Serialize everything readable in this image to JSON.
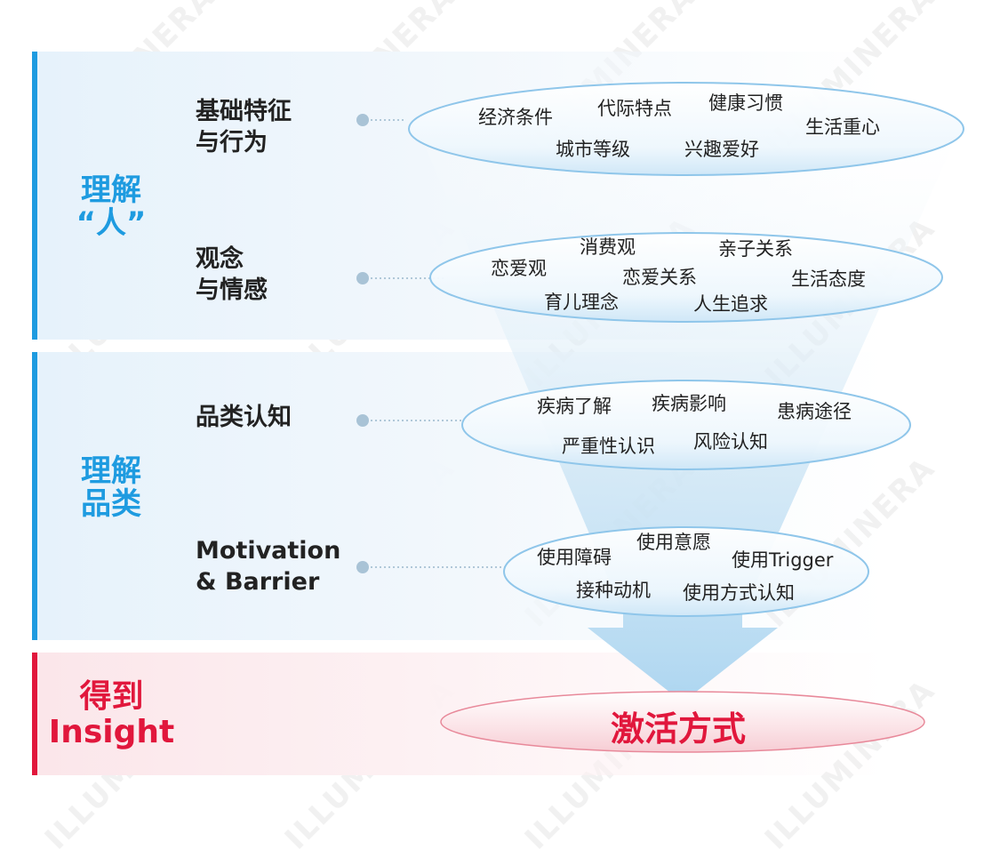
{
  "colors": {
    "blue": "#1e9be0",
    "red": "#e1173c",
    "text": "#222222"
  },
  "sections": [
    {
      "lines": [
        "理解",
        "“人”"
      ]
    },
    {
      "lines": [
        "理解",
        "品类"
      ]
    },
    {
      "lines": [
        "得到",
        "Insight"
      ]
    }
  ],
  "rows": [
    {
      "label": [
        "基础特征",
        "与行为"
      ],
      "keywords": [
        "经济条件",
        "代际特点",
        "健康习惯",
        "生活重心",
        "城市等级",
        "兴趣爱好"
      ]
    },
    {
      "label": [
        "观念",
        "与情感"
      ],
      "keywords": [
        "恋爱观",
        "消费观",
        "亲子关系",
        "恋爱关系",
        "生活态度",
        "育儿理念",
        "人生追求"
      ]
    },
    {
      "label": [
        "品类认知"
      ],
      "keywords": [
        "疾病了解",
        "疾病影响",
        "患病途径",
        "严重性认识",
        "风险认知"
      ]
    },
    {
      "label": [
        "Motivation",
        "& Barrier"
      ],
      "keywords": [
        "使用意愿",
        "使用障碍",
        "使用Trigger",
        "接种动机",
        "使用方式认知"
      ]
    }
  ],
  "result": "激活方式",
  "watermark": "ILLUMINERA"
}
